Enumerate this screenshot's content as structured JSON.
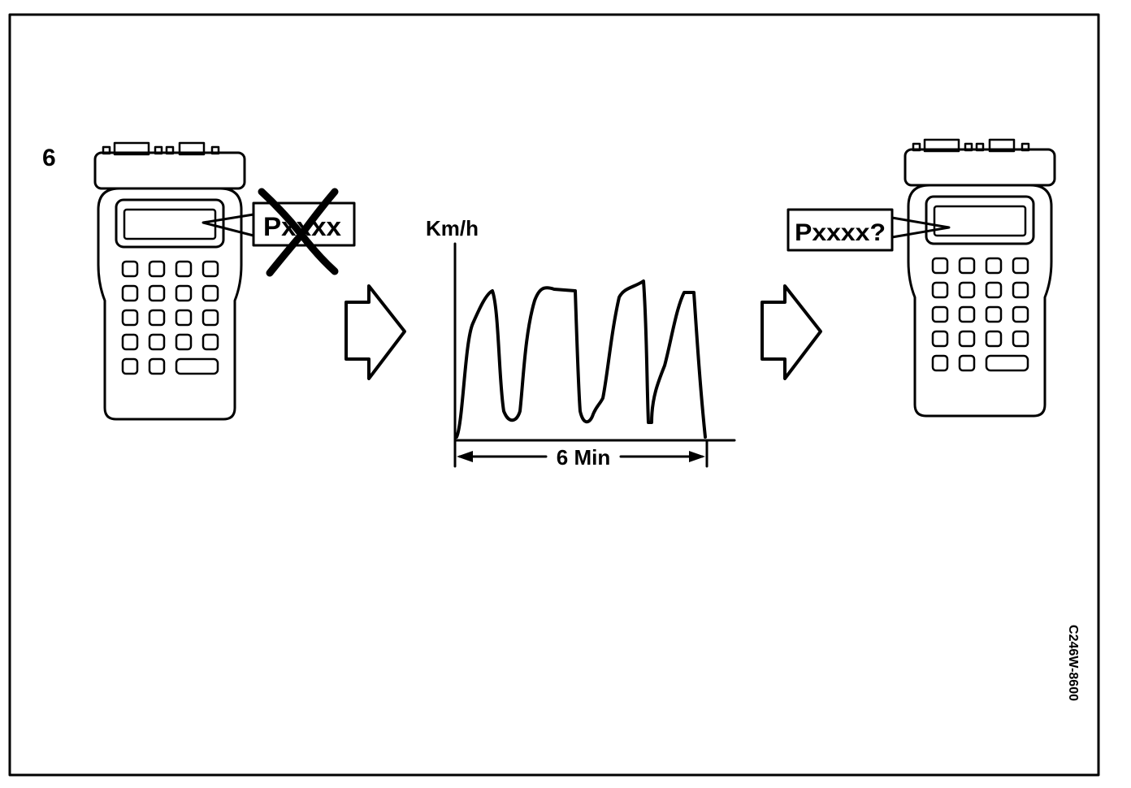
{
  "figure": {
    "step_number": "6",
    "code_id": "C246W-8600"
  },
  "tester_left": {
    "callout_text": "Pxxxx",
    "callout_crossed_out": true
  },
  "speed_chart": {
    "y_axis_label": "Km/h",
    "duration_label": "6 Min"
  },
  "tester_right": {
    "callout_text": "Pxxxx?"
  },
  "colors": {
    "ink": "#000000",
    "paper": "#ffffff"
  },
  "icons": [
    "diagnostic-tester-icon",
    "right-arrow-icon",
    "cross-out-icon"
  ]
}
